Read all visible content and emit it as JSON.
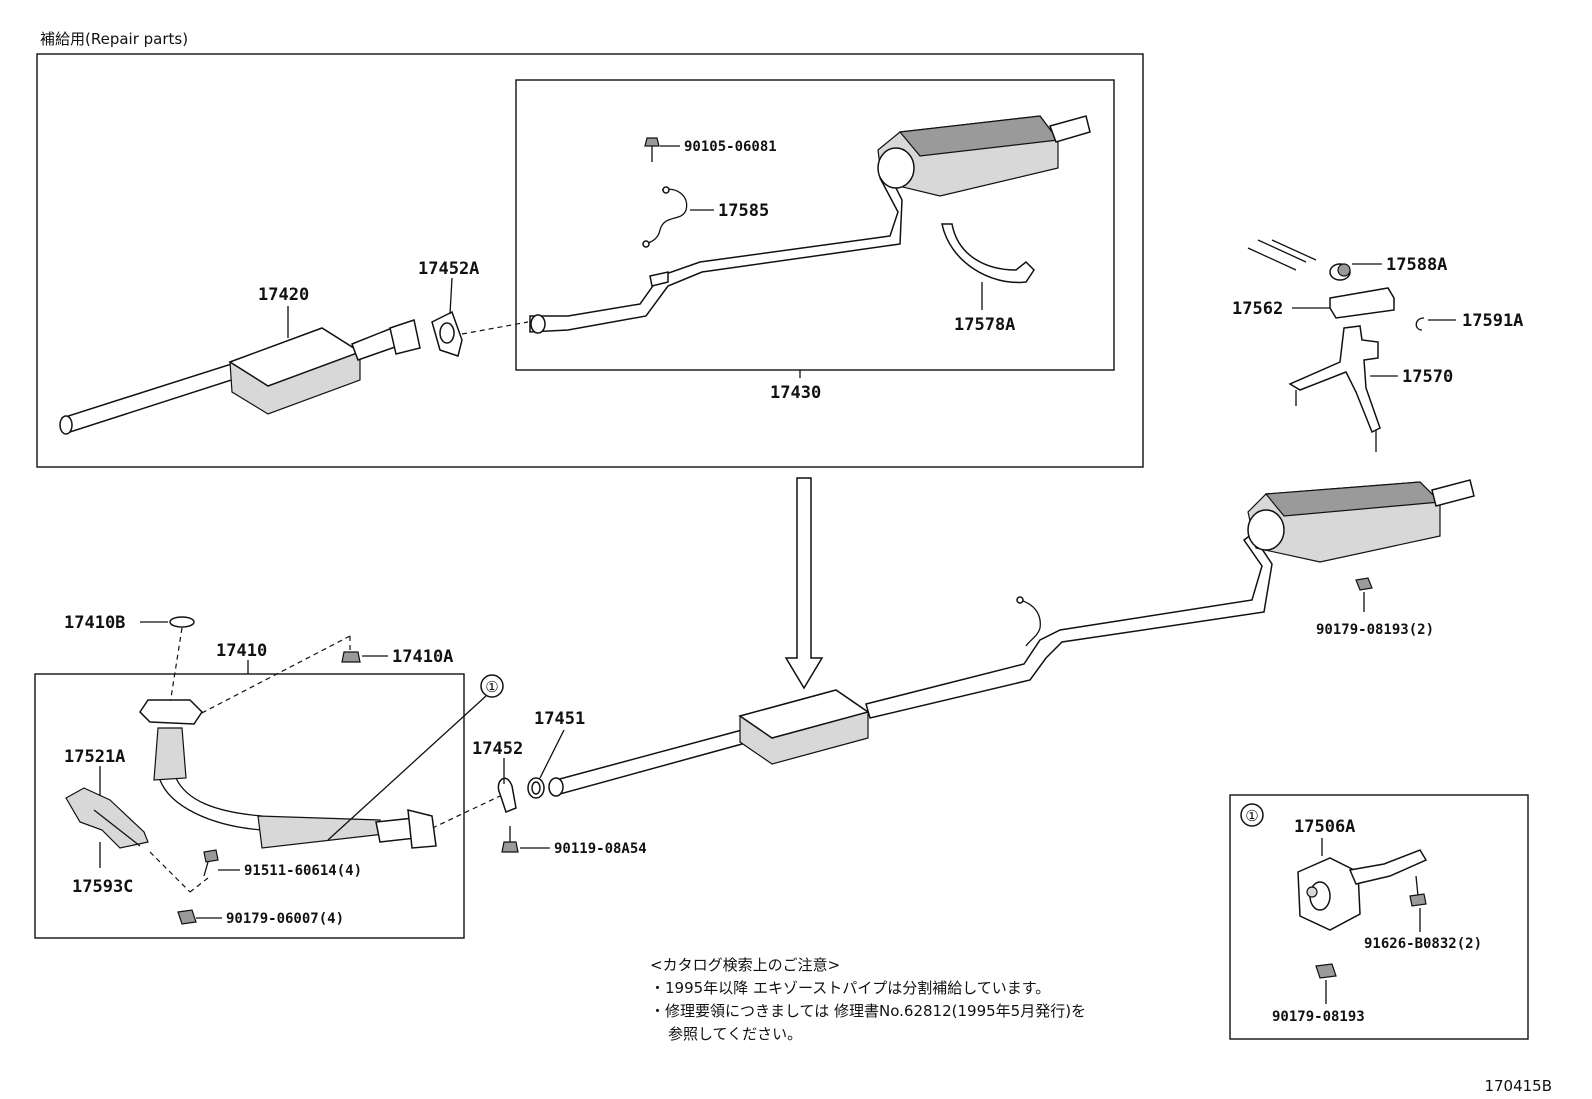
{
  "header": {
    "repair_parts_label": "補給用(Repair parts)"
  },
  "parts": {
    "p90105_06081": "90105-06081",
    "p17585": "17585",
    "p17452A": "17452A",
    "p17420": "17420",
    "p17578A": "17578A",
    "p17430": "17430",
    "p17588A": "17588A",
    "p17562": "17562",
    "p17591A": "17591A",
    "p17570": "17570",
    "p17410B": "17410B",
    "p17410": "17410",
    "p17410A": "17410A",
    "p17451": "17451",
    "p17452": "17452",
    "p17521A": "17521A",
    "p90119_08A54": "90119-08A54",
    "p91511_60614": "91511-60614(4)",
    "p17593C": "17593C",
    "p90179_06007": "90179-06007(4)",
    "p90179_08193_2": "90179-08193(2)",
    "p17506A": "17506A",
    "p91626_B0832": "91626-B0832(2)",
    "p90179_08193": "90179-08193"
  },
  "callout": {
    "symbol": "①"
  },
  "notes": {
    "title": "<カタログ検索上のご注意>",
    "line1": "・1995年以降 エキゾーストパイプは分割補給しています。",
    "line2": "・修理要領につきましては 修理書No.62812(1995年5月発行)を",
    "line3": "参照してください。"
  },
  "diagram_ref": "170415B"
}
